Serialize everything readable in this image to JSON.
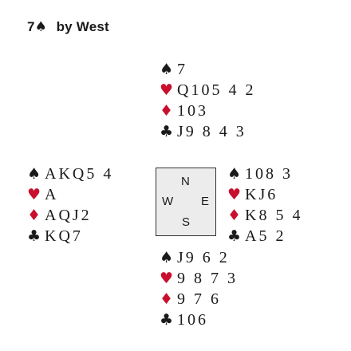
{
  "title": {
    "level": "7",
    "suit_icon": "spade-icon",
    "suit_glyph": "♠",
    "declarer": "by West"
  },
  "colors": {
    "red_suit": "#c8102e",
    "black_suit": "#1a1a1a",
    "compass_bg": "#ececec"
  },
  "compass": {
    "n": "N",
    "w": "W",
    "e": "E",
    "s": "S"
  },
  "hands": {
    "north": {
      "spades": {
        "glyph": "♠",
        "cards": "7"
      },
      "hearts": {
        "glyph": "♥",
        "cards": "Q105 4 2"
      },
      "diamonds": {
        "glyph": "♦",
        "cards": "103"
      },
      "clubs": {
        "glyph": "♣",
        "cards": "J9 8 4 3"
      }
    },
    "west": {
      "spades": {
        "glyph": "♠",
        "cards": "AKQ5 4"
      },
      "hearts": {
        "glyph": "♥",
        "cards": "A"
      },
      "diamonds": {
        "glyph": "♦",
        "cards": "AQJ2"
      },
      "clubs": {
        "glyph": "♣",
        "cards": "KQ7"
      }
    },
    "east": {
      "spades": {
        "glyph": "♠",
        "cards": "108 3"
      },
      "hearts": {
        "glyph": "♥",
        "cards": "KJ6"
      },
      "diamonds": {
        "glyph": "♦",
        "cards": "K8 5 4"
      },
      "clubs": {
        "glyph": "♣",
        "cards": "A5 2"
      }
    },
    "south": {
      "spades": {
        "glyph": "♠",
        "cards": "J9 6 2"
      },
      "hearts": {
        "glyph": "♥",
        "cards": "9 8 7 3"
      },
      "diamonds": {
        "glyph": "♦",
        "cards": "9 7 6"
      },
      "clubs": {
        "glyph": "♣",
        "cards": "106"
      }
    }
  }
}
